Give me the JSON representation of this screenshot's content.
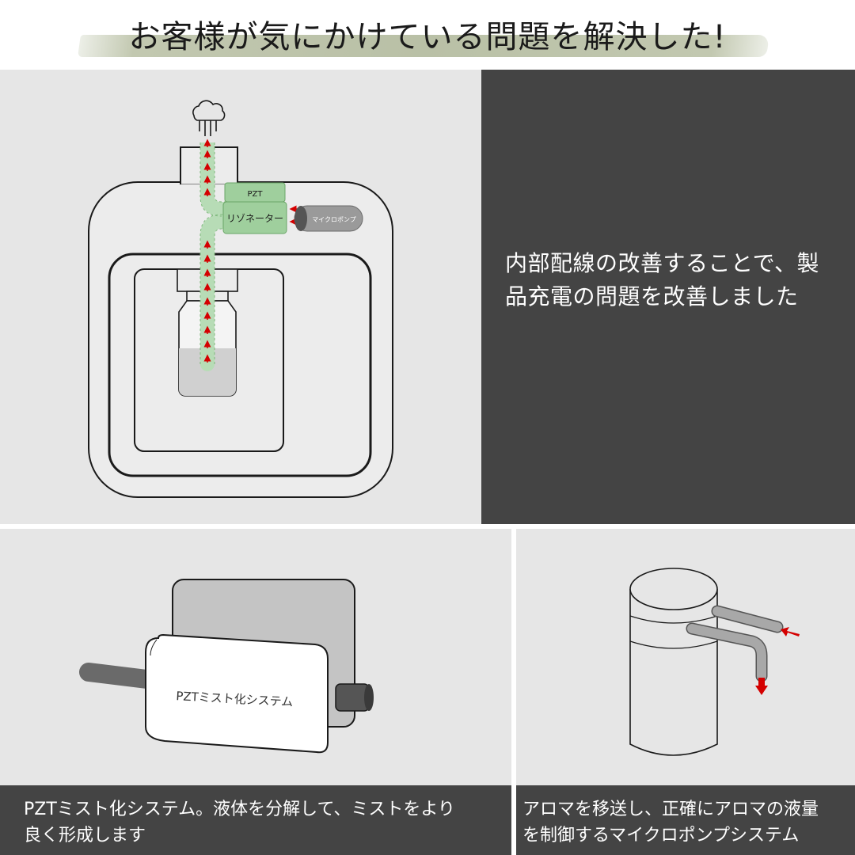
{
  "header": {
    "title": "お客様が気にかけている問題を解決した!"
  },
  "diagram_labels": {
    "pzt": "PZT",
    "resonator": "リゾネーター",
    "micropump": "マイクロポンプ"
  },
  "wiring_panel": {
    "text_line1": "内部配線の改善することで、製",
    "text_line2": "品充電の問題を改善しました"
  },
  "pzt_panel": {
    "module_label": "PZTミスト化システム",
    "caption_line1": "PZTミスト化システム。液体を分解して、ミストをより",
    "caption_line2": "良く形成します"
  },
  "pump_panel": {
    "caption_line1": "アロマを移送し、正確にアロマの液量",
    "caption_line2": "を制御するマイクロポンプシステム"
  },
  "colors": {
    "dark_panel": "#444444",
    "light_panel": "#e6e6e6",
    "tube_green": "#b7dcb6",
    "module_green": "#9fcf9d",
    "arrow_red": "#d40000"
  }
}
